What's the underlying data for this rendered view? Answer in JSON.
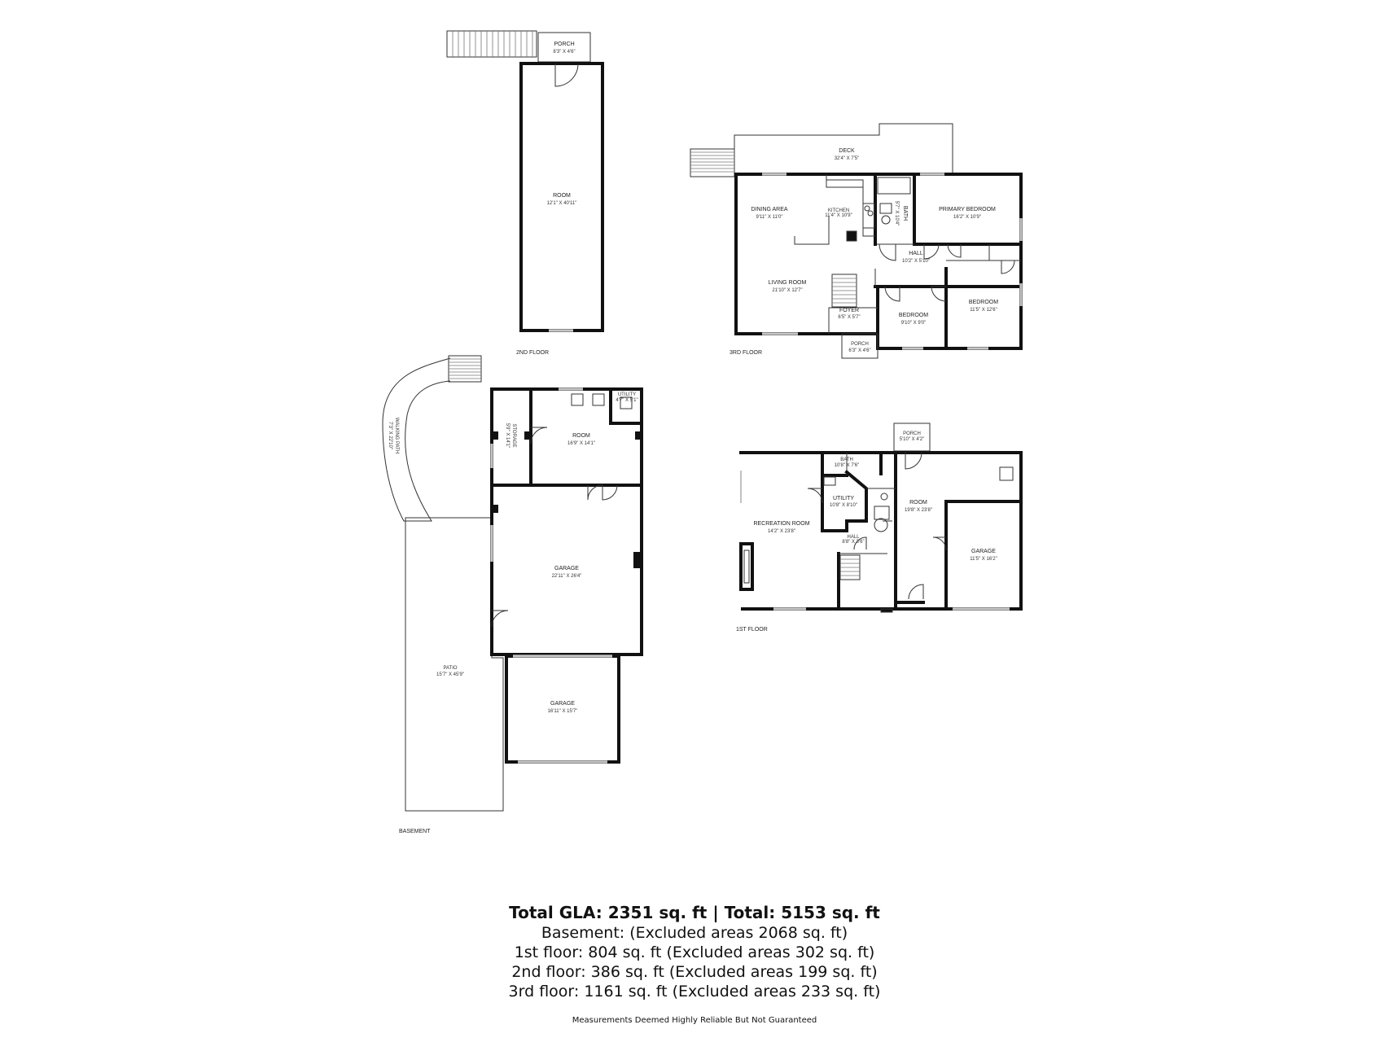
{
  "floors": {
    "basement": "BASEMENT",
    "first": "1ST FLOOR",
    "second": "2ND FLOOR",
    "third": "3RD FLOOR"
  },
  "rooms": {
    "porch_2nd": {
      "name": "PORCH",
      "dim": "8'3\" X 4'6\""
    },
    "room_2nd": {
      "name": "ROOM",
      "dim": "12'1\" X 40'11\""
    },
    "deck": {
      "name": "DECK",
      "dim": "32'4\" X 7'5\""
    },
    "dining": {
      "name": "DINING AREA",
      "dim": "9'11\" X 11'0\""
    },
    "kitchen": {
      "name": "KITCHEN",
      "dim": "11'4\" X 10'9\""
    },
    "bath_3rd": {
      "name": "BATH",
      "dim": "5'7\" X 10'4\""
    },
    "primary_bedroom": {
      "name": "PRIMARY BEDROOM",
      "dim": "16'2\" X 10'9\""
    },
    "hall_3rd": {
      "name": "HALL",
      "dim": "10'2\" X 5'10\""
    },
    "living": {
      "name": "LIVING ROOM",
      "dim": "21'10\" X 12'7\""
    },
    "foyer": {
      "name": "FOYER",
      "dim": "6'5\" X 5'7\""
    },
    "bedroom_a": {
      "name": "BEDROOM",
      "dim": "9'10\" X 9'0\""
    },
    "bedroom_b": {
      "name": "BEDROOM",
      "dim": "11'5\" X 12'6\""
    },
    "porch_3rd": {
      "name": "PORCH",
      "dim": "6'3\" X 4'6\""
    },
    "walking_path": {
      "name": "WALKING PATH",
      "dim": "7'3\" X 22'10\""
    },
    "storage": {
      "name": "STORAGE",
      "dim": "5'9\" X 14'1\""
    },
    "room_bsmt": {
      "name": "ROOM",
      "dim": "16'9\" X 14'1\""
    },
    "utility_bsmt": {
      "name": "UTILITY",
      "dim": "4'7\" X 5'1\""
    },
    "garage_bsmt": {
      "name": "GARAGE",
      "dim": "22'11\" X 26'4\""
    },
    "garage_bsmt2": {
      "name": "GARAGE",
      "dim": "16'11\" X 15'7\""
    },
    "patio": {
      "name": "PATIO",
      "dim": "15'7\" X 45'9\""
    },
    "porch_1st": {
      "name": "PORCH",
      "dim": "5'10\" X 4'2\""
    },
    "bath_1st": {
      "name": "BATH",
      "dim": "10'8\" X 7'6\""
    },
    "utility_1st": {
      "name": "UTILITY",
      "dim": "10'8\" X 8'10\""
    },
    "recreation": {
      "name": "RECREATION ROOM",
      "dim": "14'2\" X 23'8\""
    },
    "room_1st": {
      "name": "ROOM",
      "dim": "19'8\" X 23'8\""
    },
    "hall_1st": {
      "name": "HALL",
      "dim": "8'8\" X 3'6\""
    },
    "garage_1st": {
      "name": "GARAGE",
      "dim": "11'5\" X 16'2\""
    }
  },
  "summary": {
    "title": "Total GLA: 2351 sq. ft | Total: 5153 sq. ft",
    "lines": [
      "Basement: (Excluded areas 2068 sq. ft)",
      "1st floor: 804 sq. ft (Excluded areas 302 sq. ft)",
      "2nd floor: 386 sq. ft (Excluded areas 199 sq. ft)",
      "3rd floor: 1161 sq. ft (Excluded areas 233 sq. ft)"
    ]
  },
  "disclaimer": "Measurements Deemed Highly Reliable But Not Guaranteed"
}
